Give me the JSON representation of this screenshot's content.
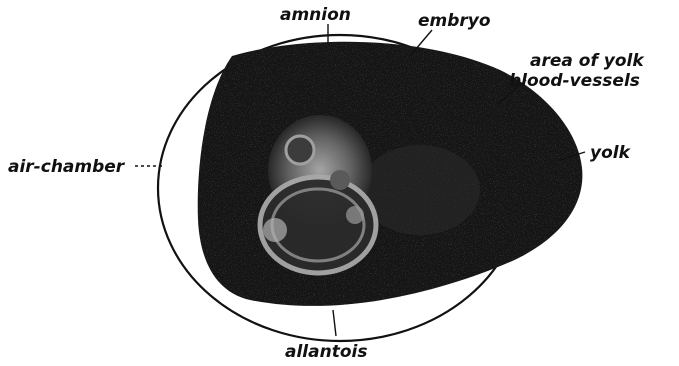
{
  "figure": {
    "labels": {
      "amnion": "amnion",
      "embryo": "embryo",
      "area_of_yolk_line1": "area of yolk",
      "area_of_yolk_line2": "blood-vessels",
      "yolk": "yolk",
      "air_chamber": "air-chamber",
      "allantois": "allantois"
    },
    "colors": {
      "background": "#ffffff",
      "shell_outline": "#111111",
      "yolk_mass": "#151515",
      "embryo_highlight": "#9a9a9a",
      "text": "#111111"
    }
  }
}
